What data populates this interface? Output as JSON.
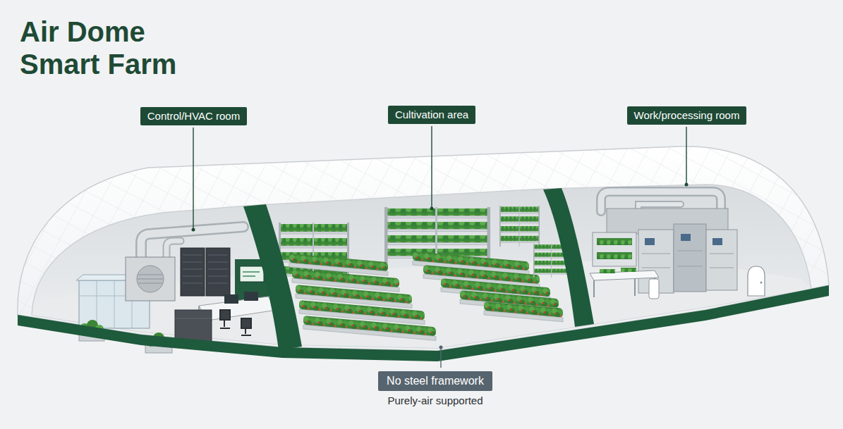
{
  "diagram": {
    "title": "Air Dome Smart Farm",
    "nodes": [
      {
        "text": [
          "Control/HVAC room"
        ]
      },
      {
        "text": [
          "Cultivation area"
        ]
      },
      {
        "text": [
          "Work/processing room"
        ]
      },
      {
        "text": [
          "No steel framework",
          "Purely-air supported"
        ]
      }
    ]
  }
}
